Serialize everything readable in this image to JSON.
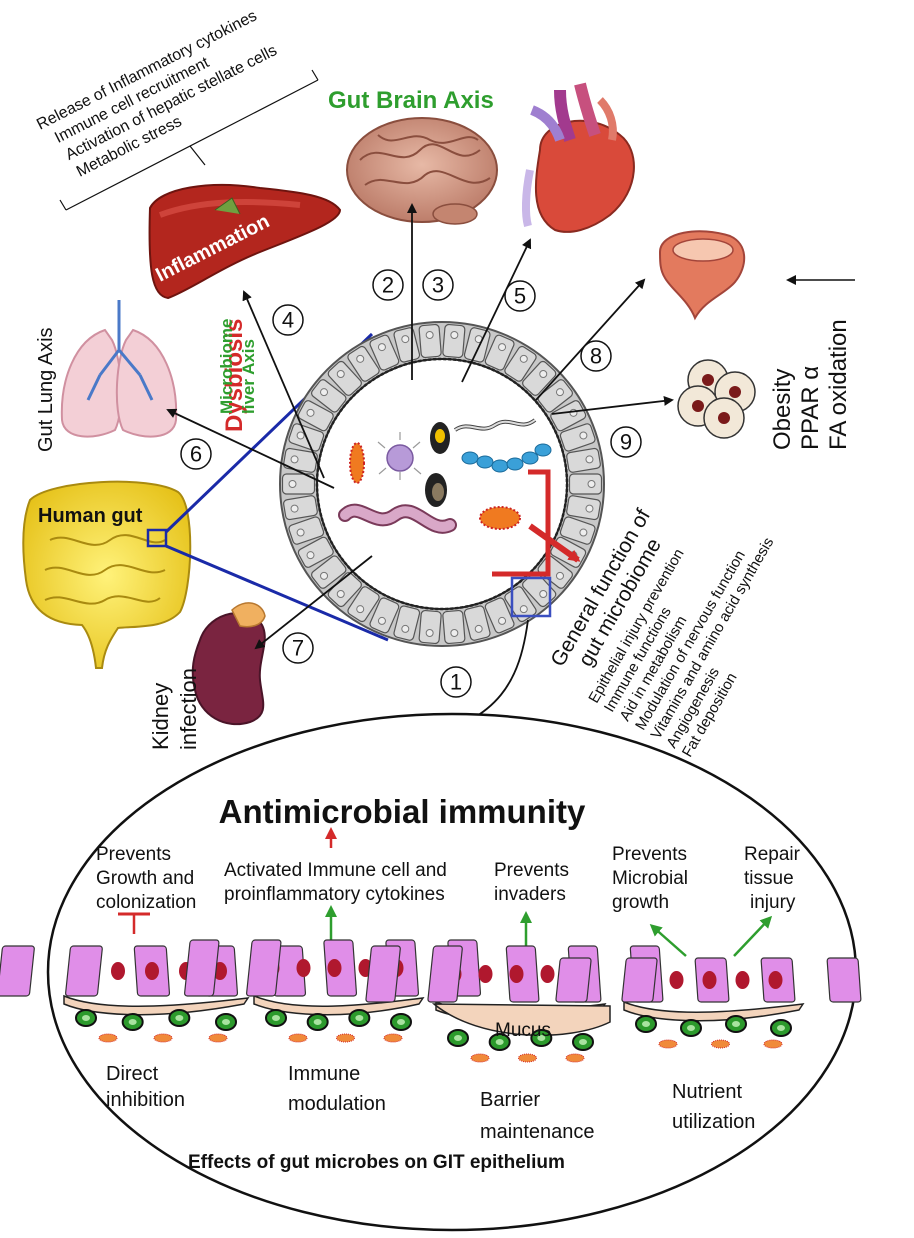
{
  "inflammation_list": [
    "Release of Inflammatory cytokines",
    "Immune cell recruitment",
    "Activation of hepatic stellate cells",
    "Metabolic stress"
  ],
  "labels": {
    "gut_brain_axis": "Gut Brain Axis",
    "inflammation": "Inflammation",
    "dysbiosis": "Dysbiosis",
    "microbiome_liver_axis_line1": "Microbiome",
    "microbiome_liver_axis_line2": "liver Axis",
    "gut_lung_axis": "Gut Lung Axis",
    "human_gut": "Human gut",
    "kidney_line1": "Kidney",
    "kidney_line2": "infection",
    "obesity_line1": "Obesity",
    "obesity_line2": "PPAR α",
    "obesity_line3": "FA oxidation"
  },
  "numbers": [
    "1",
    "2",
    "3",
    "4",
    "5",
    "6",
    "7",
    "8",
    "9"
  ],
  "general_function": {
    "title_line1": "General function of",
    "title_line2": "gut microbiome",
    "items": [
      "Epithelial injury prevention",
      "Immune functions",
      "Aid in metabolism",
      "Modulation of nervous function",
      "Vitamins and amino acid synthesis",
      "Angiogenesis",
      "Fat deposition"
    ]
  },
  "immunity": {
    "title": "Antimicrobial immunity",
    "prevents_growth": [
      "Prevents",
      "Growth and",
      "colonization"
    ],
    "activated": [
      "Activated Immune cell  and",
      "proinflammatory cytokines"
    ],
    "prevents_invaders": [
      "Prevents",
      "invaders"
    ],
    "prevents_microbial": [
      "Prevents",
      "Microbial",
      "growth"
    ],
    "repair": [
      "Repair",
      "tissue",
      "injury"
    ],
    "mucus": "Mucus",
    "mechanisms": [
      [
        "Direct",
        "inhibition"
      ],
      [
        "Immune",
        "modulation"
      ],
      [
        "Barrier",
        "maintenance"
      ],
      [
        "Nutrient",
        "utilization"
      ]
    ],
    "footer": "Effects of  gut microbes on GIT epithelium"
  },
  "colors": {
    "red": "#d42a2a",
    "green": "#2e9e2e",
    "blue_line": "#1a2aa8",
    "cell_purple": "#e08ee8",
    "nucleus": "#b0182e",
    "bacteria_green": "#2c9a2c"
  }
}
